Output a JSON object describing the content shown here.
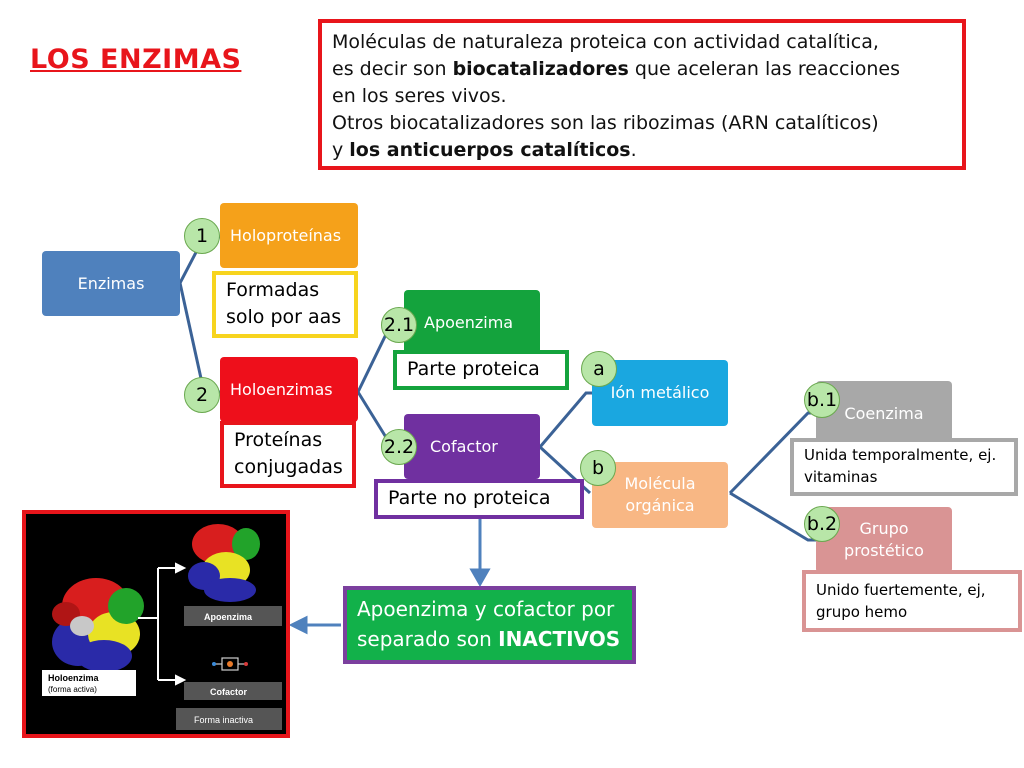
{
  "title": "LOS ENZIMAS",
  "definition": {
    "line1": "Moléculas de naturaleza proteica con actividad catalítica,",
    "line2_a": "es decir son ",
    "line2_bold": "biocatalizadores",
    "line2_b": " que aceleran las reacciones",
    "line3": "en los seres vivos.",
    "line4": "Otros biocatalizadores son las ribozimas (ARN catalíticos)",
    "line5_a": "y ",
    "line5_bold": "los anticuerpos catalíticos",
    "line5_b": "."
  },
  "nodes": {
    "enzimas": "Enzimas",
    "holoproteinas": "Holoproteínas",
    "holoenzimas": "Holoenzimas",
    "apoenzima": "Apoenzima",
    "cofactor": "Cofactor",
    "ion_metalico": "Ión metálico",
    "molecula_organica": "Molécula orgánica",
    "coenzima": "Coenzima",
    "grupo_prostetico": "Grupo prostético"
  },
  "badges": {
    "b1": "1",
    "b2": "2",
    "b21": "2.1",
    "b22": "2.2",
    "ba": "a",
    "bb": "b",
    "bb1": "b.1",
    "bb2": "b.2"
  },
  "notes": {
    "formadas": "Formadas solo por aas",
    "proteinas_conjugadas": "Proteínas conjugadas",
    "parte_proteica": "Parte proteica",
    "parte_no_proteica": "Parte no proteica",
    "unida_temporalmente": "Unida temporalmente, ej. vitaminas",
    "unido_fuertemente": "Unido fuertemente, ej, grupo hemo"
  },
  "inactive": {
    "text_a": "Apoenzima y cofactor por separado son ",
    "text_bold": "INACTIVOS"
  },
  "image": {
    "apoenzima_label": "Apoenzima",
    "cofactor_label": "Cofactor",
    "holoenzima_label": "Holoenzima",
    "holoenzima_sub": "(forma activa)",
    "forma_inactiva": "Forma inactiva"
  },
  "colors": {
    "blue": "#4f81bd",
    "orange": "#f5a11a",
    "red": "#ee0f1b",
    "green": "#14a33d",
    "purple": "#7030a0",
    "cyan": "#1aa7e0",
    "peach": "#f8b784",
    "gray": "#a8a8a8",
    "pink": "#d99494"
  }
}
